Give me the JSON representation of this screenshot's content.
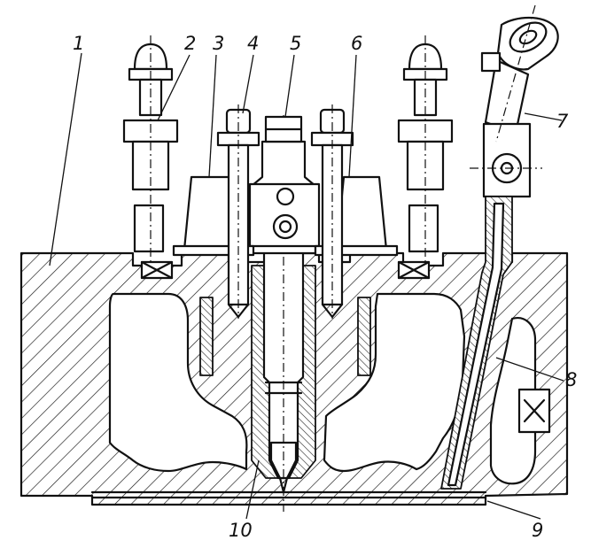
{
  "colors": {
    "ink": "#111111",
    "background": "#ffffff"
  },
  "callouts": {
    "c1": "1",
    "c2": "2",
    "c3": "3",
    "c4": "4",
    "c5": "5",
    "c6": "6",
    "c7": "7",
    "c8": "8",
    "c9": "9",
    "c10": "10"
  }
}
